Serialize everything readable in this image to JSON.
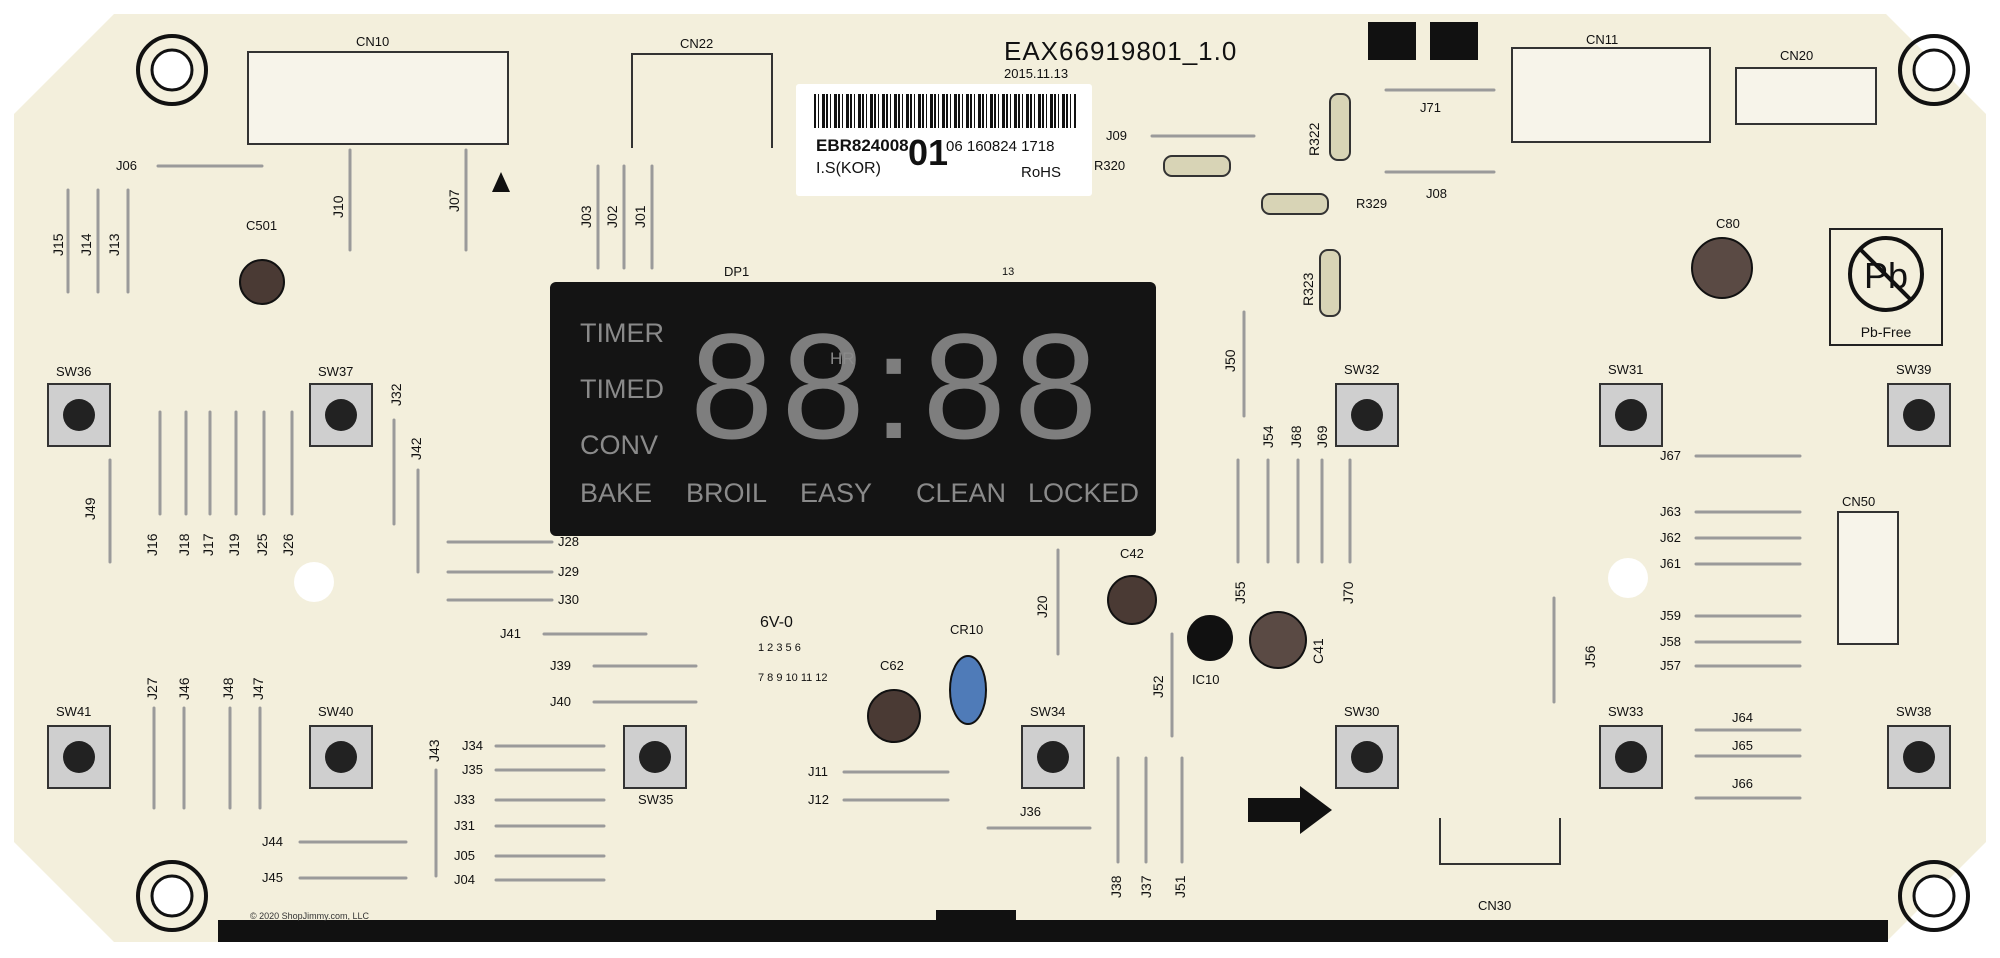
{
  "board": {
    "part_number": "EAX66919801_1.0",
    "date": "2015.11.13",
    "pb_free_label": "Pb-Free",
    "flammability": "6V-0",
    "copyright": "© 2020 ShopJimmy.com, LLC",
    "colors": {
      "pcb": "#f3efdc",
      "display": "#141414",
      "segment": "#8a8a8a",
      "trace": "#111111"
    }
  },
  "sticker": {
    "part": "EBR824008",
    "version": "01",
    "code": "06 160824 1718",
    "origin": "I.S(KOR)",
    "rohs": "RoHS"
  },
  "display": {
    "ref": "DP1",
    "pin": "13",
    "digits": "88:88",
    "hr": "HR",
    "labels_left": [
      "TIMER",
      "TIMED",
      "CONV"
    ],
    "labels_bottom": [
      "BAKE",
      "BROIL",
      "EASY",
      "CLEAN",
      "LOCKED"
    ]
  },
  "connectors": [
    "CN10",
    "CN22",
    "CN11",
    "CN20",
    "CN50",
    "CN30"
  ],
  "switches": [
    "SW36",
    "SW37",
    "SW32",
    "SW31",
    "SW39",
    "SW41",
    "SW40",
    "SW35",
    "SW34",
    "SW30",
    "SW33",
    "SW38"
  ],
  "components": [
    "C501",
    "C80",
    "C42",
    "C41",
    "C62",
    "CR10",
    "IC10",
    "R322",
    "R320",
    "R329",
    "R323"
  ],
  "jumpers": [
    "J06",
    "J15",
    "J14",
    "J13",
    "J10",
    "J07",
    "J03",
    "J02",
    "J01",
    "J09",
    "J71",
    "J08",
    "J50",
    "J32",
    "J42",
    "J49",
    "J16",
    "J18",
    "J17",
    "J19",
    "J25",
    "J26",
    "J28",
    "J29",
    "J30",
    "J41",
    "J39",
    "J40",
    "J27",
    "J46",
    "J48",
    "J47",
    "J43",
    "J34",
    "J35",
    "J33",
    "J31",
    "J05",
    "J04",
    "J44",
    "J45",
    "J11",
    "J12",
    "J36",
    "J20",
    "J52",
    "J55",
    "J38",
    "J37",
    "J51",
    "J54",
    "J68",
    "J69",
    "J70",
    "J56",
    "J67",
    "J63",
    "J62",
    "J61",
    "J59",
    "J58",
    "J57",
    "J64",
    "J65",
    "J66"
  ],
  "ul_table": {
    "row1": "1 2 3  5 6",
    "row2": "7 8 9 10 11 12"
  }
}
